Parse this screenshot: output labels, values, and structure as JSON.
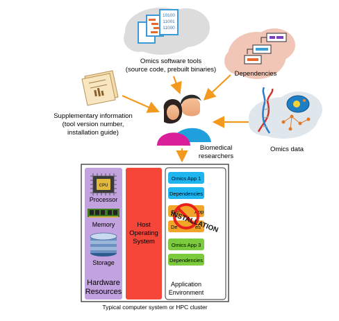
{
  "sources": {
    "software": {
      "line1": "Omics software tools",
      "line2": "(source code, prebuilt binaries)",
      "binary": [
        "10100",
        "11001",
        "11000"
      ]
    },
    "dependencies": {
      "label": "Dependencies"
    },
    "supplementary": {
      "line1": "Supplementary information",
      "line2": "(tool version number,",
      "line3": "installation guide)"
    },
    "omics_data": {
      "label": "Omics data"
    },
    "researchers": {
      "line1": "Biomedical",
      "line2": "researchers"
    }
  },
  "system": {
    "hardware": {
      "cpu_chip": "CPU",
      "processor": "Processor",
      "memory": "Memory",
      "storage": "Storage",
      "title1": "Hardware",
      "title2": "Resources"
    },
    "os": {
      "line1": "Host",
      "line2": "Operating",
      "line3": "System"
    },
    "apps": {
      "app1": "Omics App 1",
      "dep1": "Dependencies",
      "app2_partial_left": "Om",
      "app2_partial_right": "App",
      "dep2_partial_left": "De",
      "dep2_partial_right": "es",
      "installation": "INSTALLATION",
      "app3": "Omics App 3",
      "dep3": "Dependencies",
      "env1": "Application",
      "env2": "Environment"
    },
    "caption": "Typical computer system or HPC cluster"
  },
  "colors": {
    "arrow": "#f39a1e",
    "hardware_bg": "#c3a3df",
    "os_bg": "#f4473a",
    "app_blue": "#1fb5ef",
    "app_orange": "#f3a52a",
    "app_green": "#7ccb3e",
    "prohibit": "#e8211c",
    "cloud": "#dcdcdc"
  }
}
